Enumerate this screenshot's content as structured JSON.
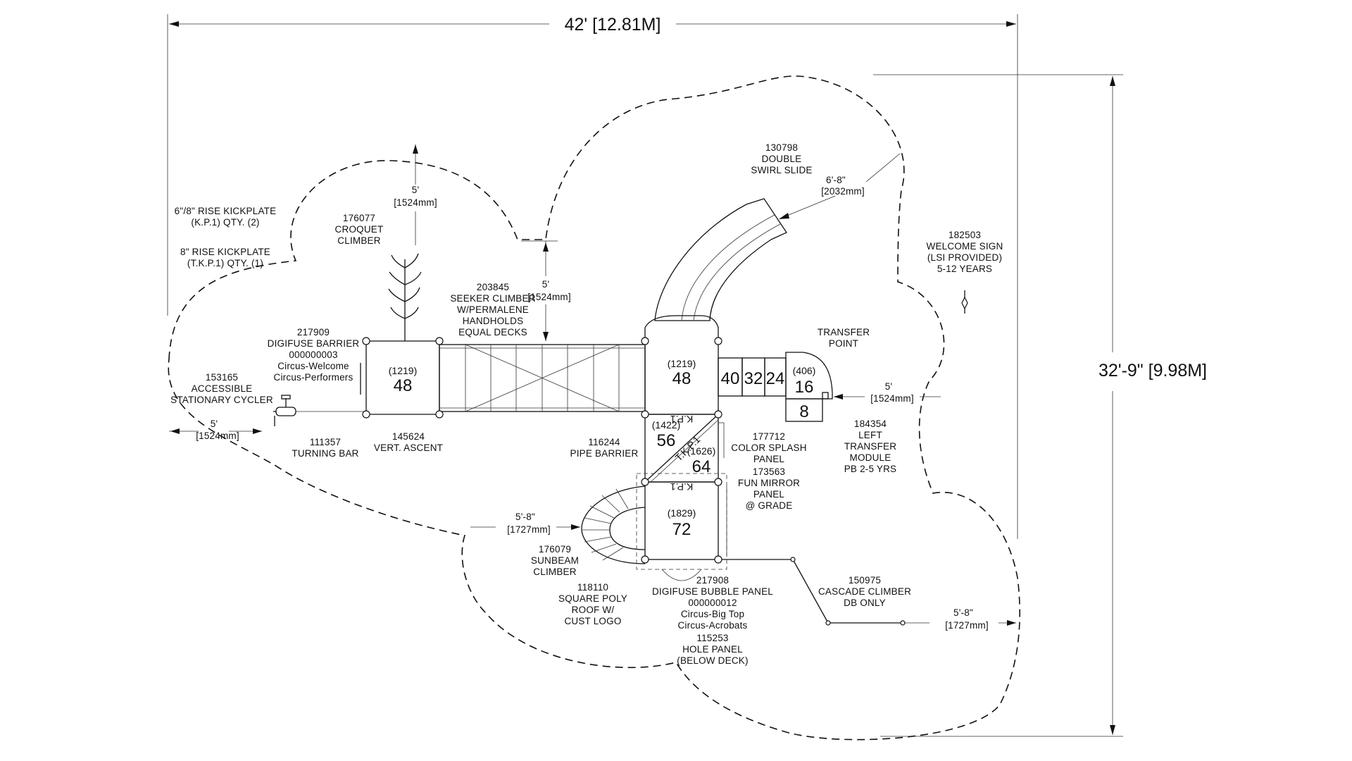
{
  "dimensions": {
    "overall_width": "42' [12.81M]",
    "overall_depth": "32'-9\" [9.98M]"
  },
  "clearances": {
    "top_left_ft": "5'",
    "top_left_mm": "[1524mm]",
    "top_mid_ft": "5'",
    "top_mid_mm": "[1524mm]",
    "slide_ft": "6'-8\"",
    "slide_mm": "[2032mm]",
    "left_ft": "5'",
    "left_mm": "[1524mm]",
    "right_ft": "5'",
    "right_mm": "[1524mm]",
    "sunbeam_ft": "5'-8\"",
    "sunbeam_mm": "[1727mm]",
    "cascade_ft": "5'-8\"",
    "cascade_mm": "[1727mm]"
  },
  "notes": {
    "kickplate": [
      "6\"/8\" RISE KICKPLATE",
      "(K.P.1) QTY. (2)",
      "8\" RISE KICKPLATE",
      "(T.K.P.1) QTY. (1)"
    ]
  },
  "components": {
    "croquet": [
      "176077",
      "CROQUET",
      "CLIMBER"
    ],
    "seeker": [
      "203845",
      "SEEKER CLIMBER",
      "W/PERMALENE",
      "HANDHOLDS",
      "EQUAL DECKS"
    ],
    "slide": [
      "130798",
      "DOUBLE",
      "SWIRL SLIDE"
    ],
    "welcome_sign": [
      "182503",
      "WELCOME SIGN",
      "(LSI PROVIDED)",
      "5-12 YEARS"
    ],
    "digifuse_barrier": [
      "217909",
      "DIGIFUSE BARRIER",
      "000000003",
      "Circus-Welcome",
      "Circus-Performers"
    ],
    "cycler": [
      "153165",
      "ACCESSIBLE",
      "STATIONARY CYCLER"
    ],
    "transfer_point": [
      "TRANSFER",
      "POINT"
    ],
    "turning_bar": [
      "111357",
      "TURNING BAR"
    ],
    "vert_ascent": [
      "145624",
      "VERT. ASCENT"
    ],
    "pipe_barrier": [
      "116244",
      "PIPE BARRIER"
    ],
    "color_splash": [
      "177712",
      "COLOR SPLASH",
      "PANEL",
      "173563",
      "FUN MIRROR",
      "PANEL",
      "@ GRADE"
    ],
    "left_transfer": [
      "184354",
      "LEFT",
      "TRANSFER",
      "MODULE",
      "PB 2-5 YRS"
    ],
    "sunbeam": [
      "176079",
      "SUNBEAM",
      "CLIMBER"
    ],
    "roof": [
      "118110",
      "SQUARE POLY",
      "ROOF W/",
      "CUST LOGO"
    ],
    "bubble_panel": [
      "217908",
      "DIGIFUSE BUBBLE PANEL",
      "000000012",
      "Circus-Big Top",
      "Circus-Acrobats",
      "115253",
      "HOLE PANEL",
      "(BELOW DECK)"
    ],
    "cascade": [
      "150975",
      "CASCADE CLIMBER",
      "DB ONLY"
    ]
  },
  "decks": {
    "left_mm": "(1219)",
    "left_in": "48",
    "right_mm": "(1219)",
    "right_in": "48",
    "mid_mm": "(1422)",
    "mid_in": "56",
    "diag_mm": "(1626)",
    "diag_in": "64",
    "low_mm": "(1829)",
    "low_in": "72",
    "steps": [
      "40",
      "32",
      "24"
    ],
    "transfer_mm": "(406)",
    "transfer_in": "16",
    "transfer_low": "8",
    "kp_upper": "K.P.1",
    "kp_lower": "K.P.1",
    "tkp": "T.K.P.1"
  }
}
